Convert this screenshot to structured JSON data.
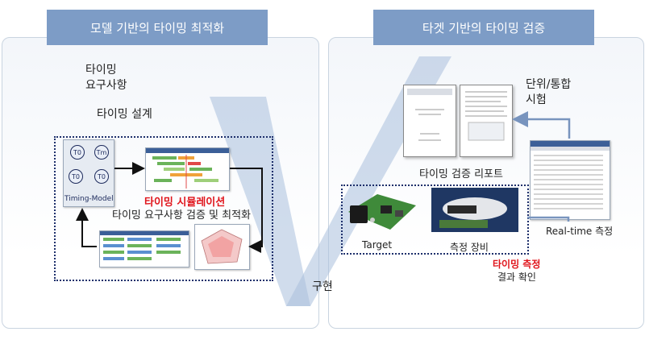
{
  "left_banner": "모델 기반의 타이밍 최적화",
  "right_banner": "타겟 기반의 타이밍 검증",
  "timing_requirements": "타이밍\n요구사항",
  "timing_design": "타이밍 설계",
  "timing_model_label": "Timing-Model",
  "timing_simulation": "타이밍 시뮬레이션",
  "verification_text": "타이밍 요구사항 검증 및 최적화",
  "implementation": "구현",
  "unit_integration_test": "단위/통합\n시험",
  "timing_report": "타이밍 검증 리포트",
  "target_label": "Target",
  "measurement_equipment": "측정 장비",
  "realtime_measurement": "Real-time 측정",
  "timing_measurement": "타이밍 측정",
  "result_check": "결과 확인",
  "node_labels": [
    "T0",
    "Tm",
    "T0",
    "T0"
  ],
  "colors": {
    "banner": "#7d9cc6",
    "v_shape": "#a9bfdc",
    "arrow_dark": "#111111",
    "arrow_blue": "#7894be",
    "highlight_red": "#e0141b",
    "dotted_border": "#1d2f6b"
  }
}
